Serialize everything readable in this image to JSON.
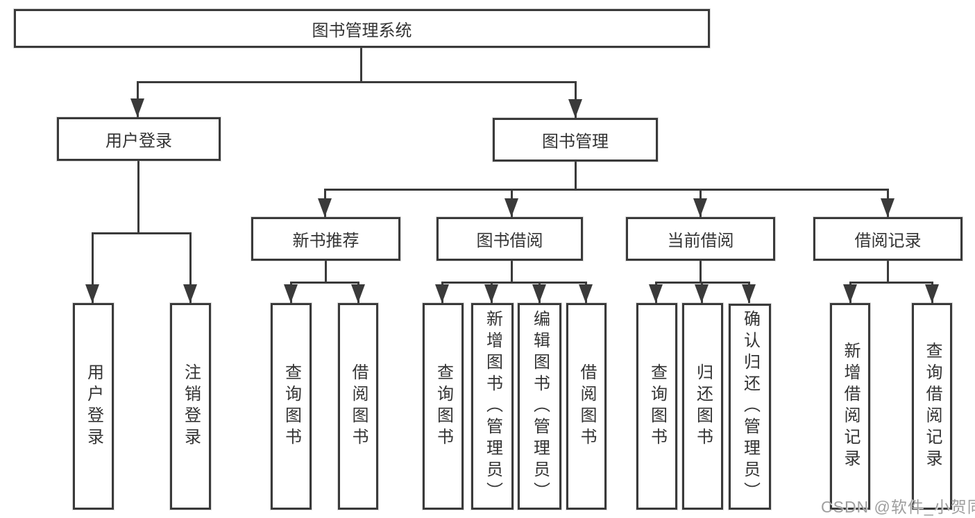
{
  "tree": {
    "root": {
      "label": "图书管理系统"
    },
    "branches": [
      {
        "label": "用户登录",
        "children": [
          {
            "label": "用户登录"
          },
          {
            "label": "注销登录"
          }
        ]
      },
      {
        "label": "图书管理",
        "groups": [
          {
            "label": "新书推荐",
            "children": [
              {
                "label": "查询图书"
              },
              {
                "label": "借阅图书"
              }
            ]
          },
          {
            "label": "图书借阅",
            "children": [
              {
                "label": "查询图书"
              },
              {
                "label": "新增图书（管理员）"
              },
              {
                "label": "编辑图书（管理员）"
              },
              {
                "label": "借阅图书"
              }
            ]
          },
          {
            "label": "当前借阅",
            "children": [
              {
                "label": "查询图书"
              },
              {
                "label": "归还图书"
              },
              {
                "label": "确认归还（管理员）"
              }
            ]
          },
          {
            "label": "借阅记录",
            "children": [
              {
                "label": "新增借阅记录"
              },
              {
                "label": "查询借阅记录"
              }
            ]
          }
        ]
      }
    ]
  },
  "watermark": {
    "text": "CSDN @软件_小贺同学"
  },
  "colors": {
    "line": "#3a3a3a",
    "text": "#333333",
    "background": "#ffffff",
    "watermark": "#9e9e9e"
  }
}
